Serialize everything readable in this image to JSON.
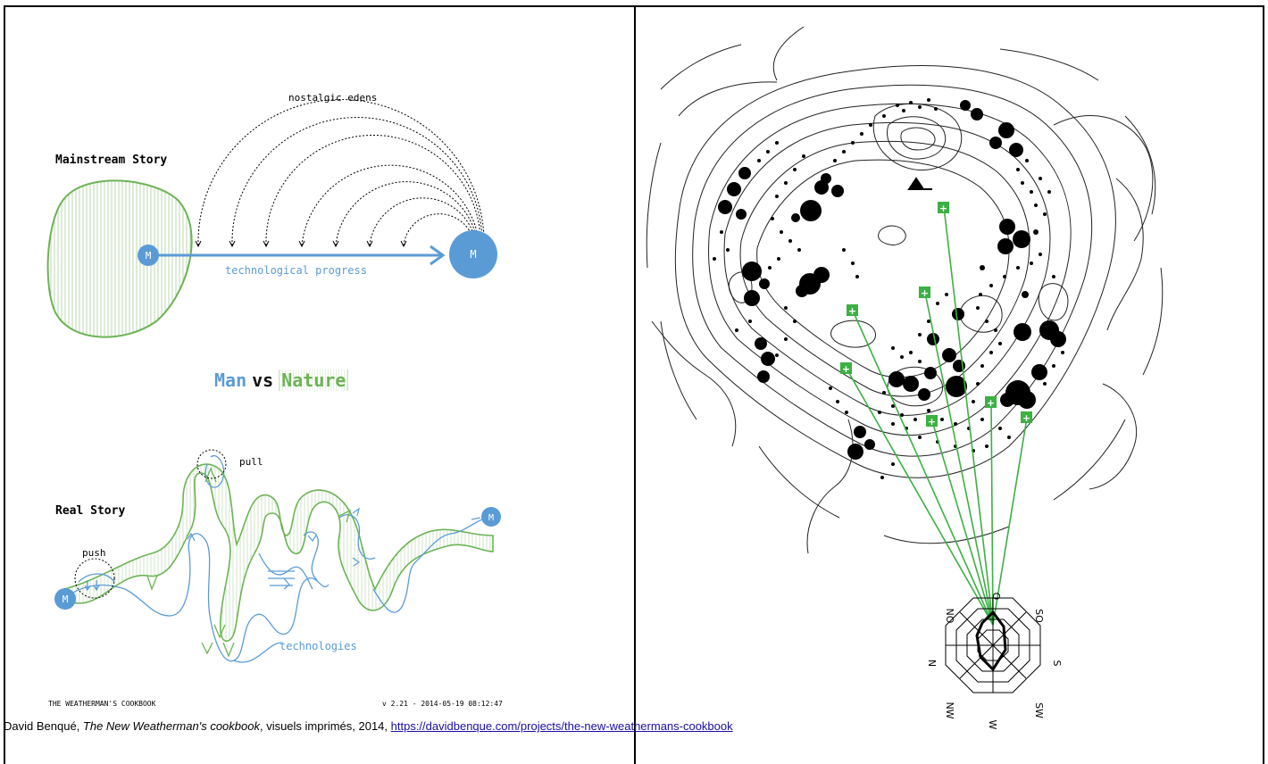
{
  "left": {
    "mainstream_title": "Mainstream Story",
    "nostalgic_label": "nostalgic edens",
    "progress_label": "technological progress",
    "node_label": "M",
    "headline": {
      "man": "Man",
      "vs": "vs",
      "nature": "Nature"
    },
    "real_title": "Real Story",
    "pull_label": "pull",
    "push_label": "push",
    "technologies_label": "technologies",
    "footer_left": "THE WEATHERMAN'S COOKBOOK",
    "footer_right": "v 2.21 - 2014-05-19 08:12:47"
  },
  "right": {
    "compass": [
      "O",
      "SO",
      "S",
      "SW",
      "W",
      "NW",
      "N",
      "NO"
    ],
    "marker_symbol": "+"
  },
  "caption": {
    "author": "David Benqué, ",
    "title": "The New Weatherman's cookbook",
    "rest": ", visuels imprimés, 2014, ",
    "link": "https://davidbenque.com/projects/the-new-weathermans-cookbook"
  },
  "colors": {
    "blue": "#5b9bd5",
    "green": "#6db356",
    "marker_green": "#3cb043"
  }
}
